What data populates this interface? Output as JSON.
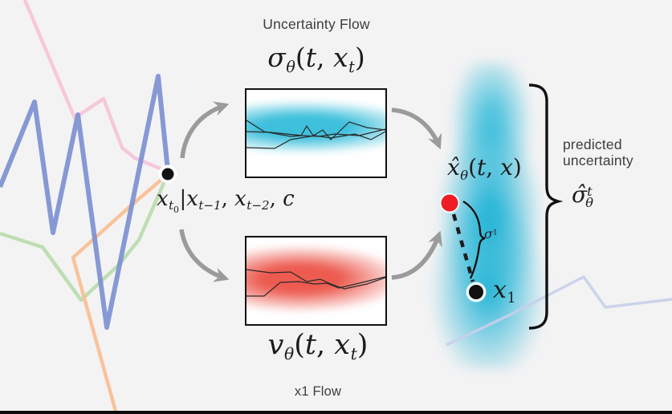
{
  "title": "Uncertainty flow diagram",
  "labels": {
    "uncertainty_flow": "Uncertainty Flow",
    "x1_flow": "x1 Flow",
    "predicted_line1": "predicted",
    "predicted_line2": "uncertainty"
  },
  "formulas": {
    "sigma_flow": [
      [
        "σ",
        "v"
      ],
      [
        "θ",
        "s"
      ],
      [
        "(",
        "n"
      ],
      [
        "t",
        "v"
      ],
      [
        ", ",
        "n"
      ],
      [
        "x",
        "v"
      ],
      [
        "t",
        "s"
      ],
      [
        ")",
        "n"
      ]
    ],
    "v_flow": [
      [
        "v",
        "v"
      ],
      [
        "θ",
        "s"
      ],
      [
        "(",
        "n"
      ],
      [
        "t",
        "v"
      ],
      [
        ", ",
        "n"
      ],
      [
        "x",
        "v"
      ],
      [
        "t",
        "s"
      ],
      [
        ")",
        "n"
      ]
    ],
    "condition": [
      [
        "x",
        "v"
      ],
      [
        "t",
        "s"
      ],
      [
        "0",
        "ss"
      ],
      [
        "|",
        "n"
      ],
      [
        "x",
        "v"
      ],
      [
        "t−1",
        "s"
      ],
      [
        ", ",
        "n"
      ],
      [
        "x",
        "v"
      ],
      [
        "t−2",
        "s"
      ],
      [
        ", ",
        "n"
      ],
      [
        "c",
        "v"
      ]
    ],
    "x_hat": [
      [
        "x̂",
        "v"
      ],
      [
        "θ",
        "s"
      ],
      [
        "(",
        "n"
      ],
      [
        "t",
        "v"
      ],
      [
        ", ",
        "n"
      ],
      [
        "x",
        "v"
      ],
      [
        ")",
        "n"
      ]
    ],
    "sigma_1": [
      [
        "σ",
        "v"
      ],
      [
        "1",
        "pn"
      ]
    ],
    "x_1": [
      [
        "x",
        "v"
      ],
      [
        "1",
        "sn"
      ]
    ],
    "sigma_hat_t": [
      [
        "σ̂",
        "v"
      ],
      [
        "t",
        "p"
      ],
      [
        "θ",
        "s"
      ]
    ]
  },
  "colors": {
    "background": "#f4f3f4",
    "box_border": "#111111",
    "cyan_flow": "#3abedb",
    "red_flow": "#ec564a",
    "blob_cyan": "#23b4d6",
    "arrow_gray": "#9b9b9b",
    "red_dot": "#ee1c24",
    "black_dot": "#111111",
    "series_blue": "#7a8fd0",
    "series_pink": "#f5c5d9",
    "series_green": "#b9dcae",
    "series_orange": "#f8c096",
    "faint_series": "#c7cfe9",
    "text": "#3d3d3d"
  }
}
